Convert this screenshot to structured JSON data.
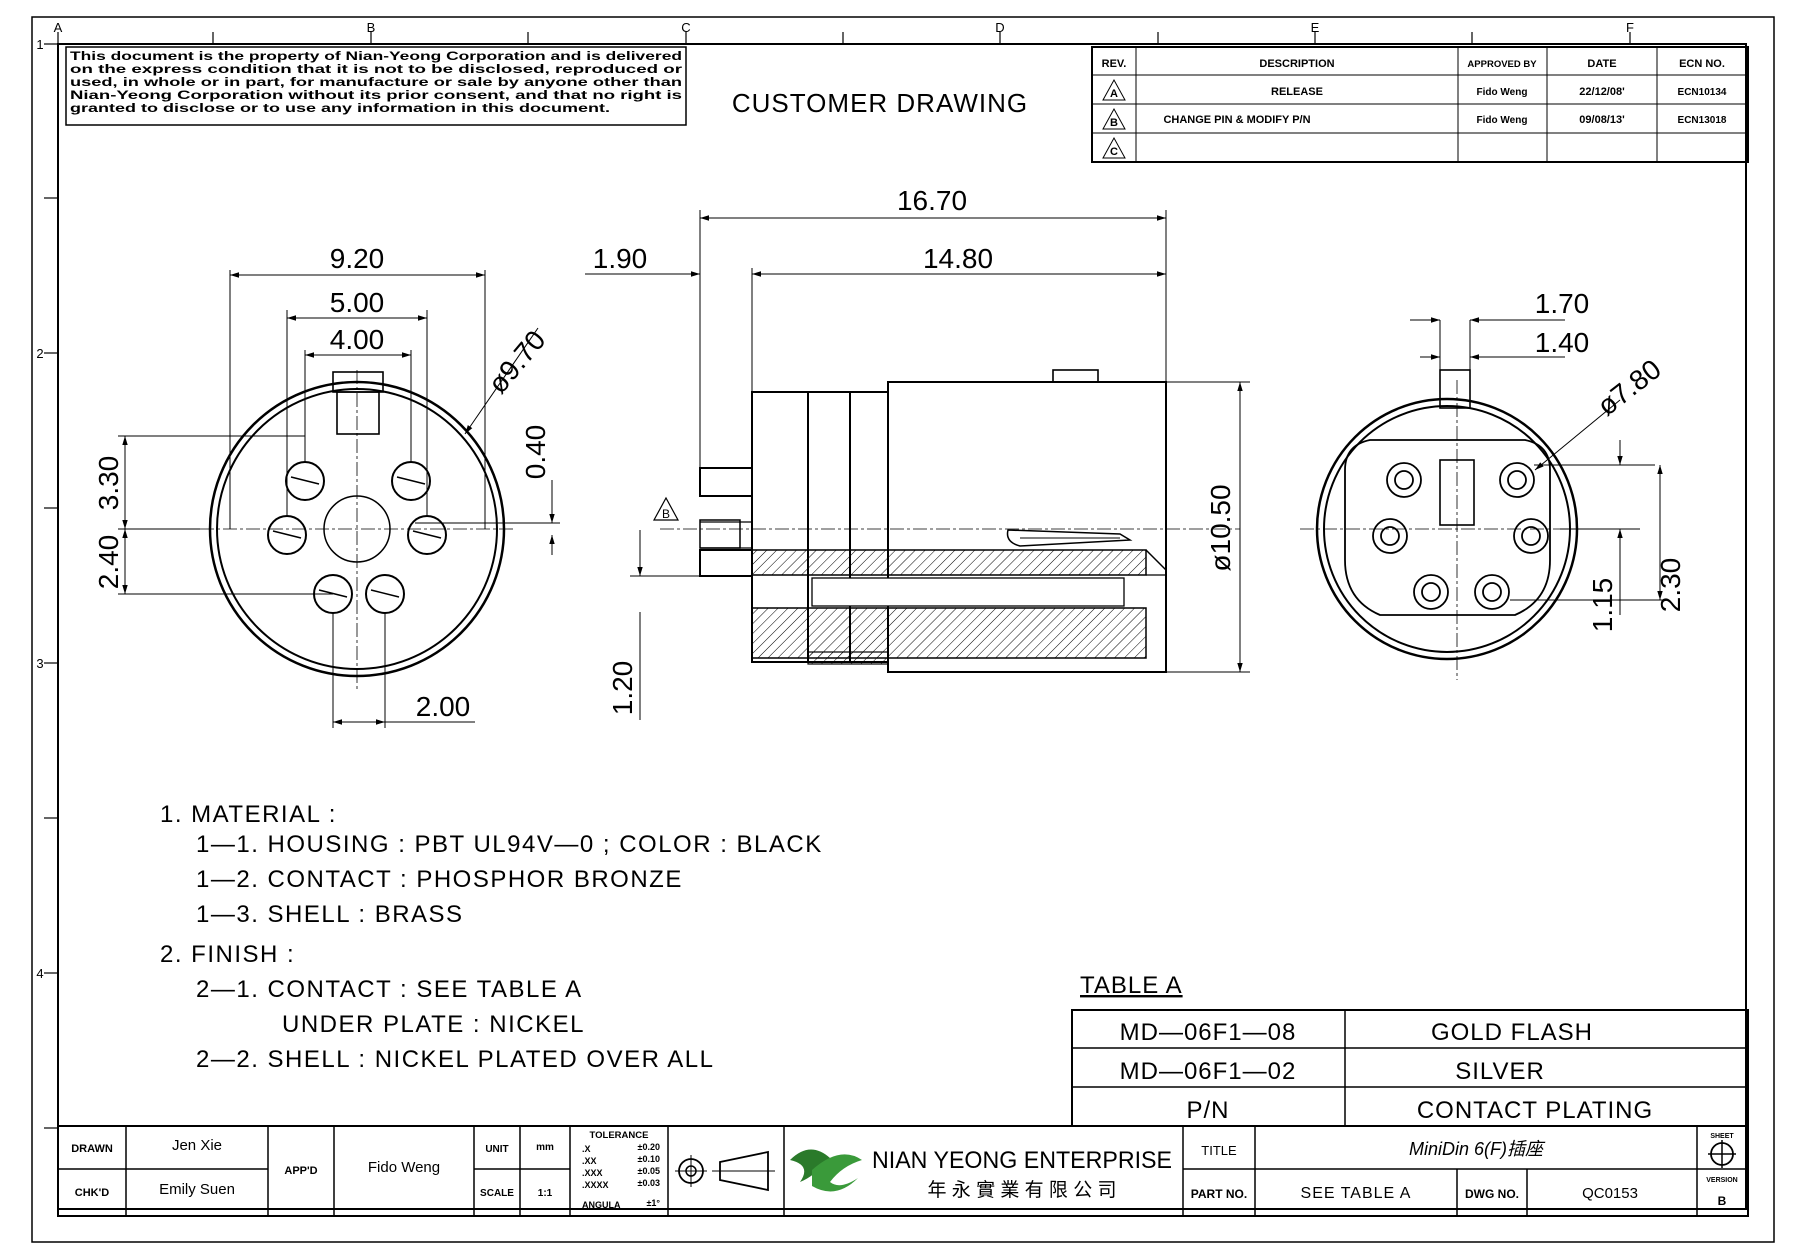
{
  "sheet": {
    "zone_columns": [
      "A",
      "B",
      "C",
      "D",
      "E",
      "F"
    ],
    "zone_rows": [
      "1",
      "2",
      "3",
      "4"
    ]
  },
  "notice": [
    "This document is the property of Nian-Yeong Corporation and is delivered",
    "on  the  express condition that it is not to be disclosed, reproduced or",
    "used, in whole or in part, for manufacture or sale by anyone other than",
    "Nian-Yeong Corporation without  its prior consent, and that  no right  is",
    "granted to disclose or to use any information in this  document."
  ],
  "drawing_title": "CUSTOMER DRAWING",
  "revisions": {
    "headers": [
      "REV.",
      "DESCRIPTION",
      "APPROVED BY",
      "DATE",
      "ECN NO."
    ],
    "rows": [
      {
        "rev": "A",
        "description": "RELEASE",
        "approved": "Fido Weng",
        "date": "22/12/08'",
        "ecn": "ECN10134"
      },
      {
        "rev": "B",
        "description": "CHANGE PIN & MODIFY P/N",
        "approved": "Fido Weng",
        "date": "09/08/13'",
        "ecn": "ECN13018"
      },
      {
        "rev": "C",
        "description": "",
        "approved": "",
        "date": "",
        "ecn": ""
      }
    ]
  },
  "dimensions": {
    "front_920": "9.20",
    "front_500": "5.00",
    "front_400": "4.00",
    "front_dia": "ø9.70",
    "front_330": "3.30",
    "front_040": "0.40",
    "front_240": "2.40",
    "front_200": "2.00",
    "side_1670": "16.70",
    "side_190": "1.90",
    "side_1480": "14.80",
    "side_dia": "ø10.50",
    "side_120": "1.20",
    "side_rev": "B",
    "rear_170": "1.70",
    "rear_140": "1.40",
    "rear_dia": "ø7.80",
    "rear_115": "1.15",
    "rear_230": "2.30"
  },
  "notes": [
    "1. MATERIAL :",
    "1—1. HOUSING : PBT UL94V—0 ; COLOR : BLACK",
    "1—2. CONTACT : PHOSPHOR BRONZE",
    "1—3. SHELL : BRASS",
    "2. FINISH :",
    "2—1. CONTACT : SEE TABLE A",
    "UNDER PLATE : NICKEL",
    "2—2. SHELL : NICKEL PLATED OVER ALL"
  ],
  "table_a": {
    "title": "TABLE A",
    "rows": [
      {
        "pn": "MD—06F1—08",
        "plating": "GOLD FLASH"
      },
      {
        "pn": "MD—06F1—02",
        "plating": "SILVER"
      }
    ],
    "header": {
      "pn": "P/N",
      "plating": "CONTACT PLATING"
    }
  },
  "title_block": {
    "drawn_label": "DRAWN",
    "drawn": "Jen Xie",
    "chkd_label": "CHK'D",
    "chkd": "Emily Suen",
    "appd_label": "APP'D",
    "appd": "Fido Weng",
    "unit_label": "UNIT",
    "unit": "mm",
    "scale_label": "SCALE",
    "scale": "1:1",
    "tolerance_title": "TOLERANCE",
    "tolerances": [
      {
        "k": ".X",
        "v": "±0.20"
      },
      {
        "k": ".XX",
        "v": "±0.10"
      },
      {
        "k": ".XXX",
        "v": "±0.05"
      },
      {
        "k": ".XXXX",
        "v": "±0.03"
      },
      {
        "k": "ANGULA",
        "v": "±1°"
      }
    ],
    "company_en": "NIAN YEONG ENTERPRISE",
    "company_zh": "年 永 實 業 有 限 公 司",
    "title_label": "TITLE",
    "title": "MiniDin 6(F)插座",
    "part_label": "PART NO.",
    "part": "SEE TABLE A",
    "dwg_label": "DWG NO.",
    "dwg": "QC0153",
    "sheet_label": "SHEET",
    "version_label": "VERSION",
    "version": "B"
  }
}
